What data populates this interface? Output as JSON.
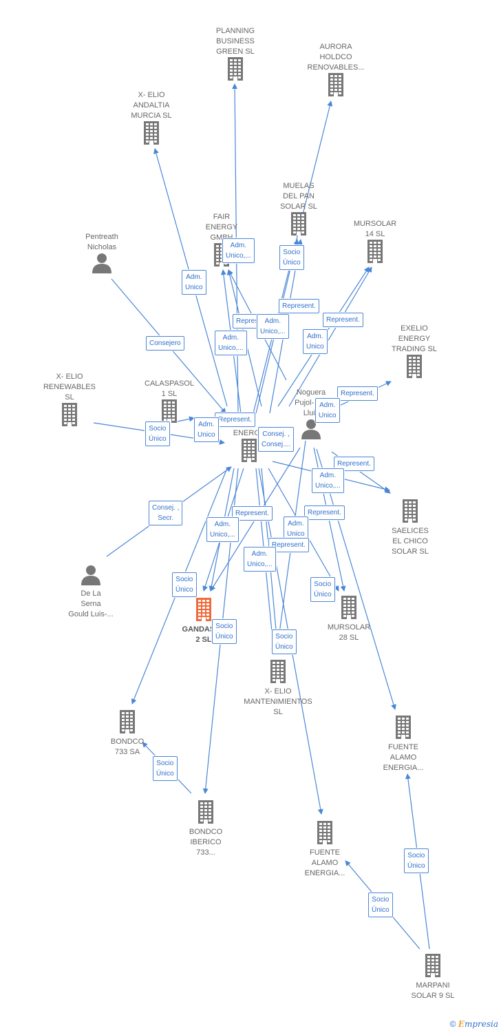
{
  "colors": {
    "edge": "#4a86d6",
    "node": "#777777",
    "focus": "#f06a3a",
    "label": "#666666"
  },
  "nodes": [
    {
      "id": "planning",
      "label": "PLANNING\nBUSINESS\nGREEN  SL",
      "type": "company"
    },
    {
      "id": "aurora",
      "label": "AURORA\nHOLDCO\nRENOVABLES...",
      "type": "company"
    },
    {
      "id": "andaltia",
      "label": "X- ELIO\nANDALTIA\nMURCIA  SL",
      "type": "company"
    },
    {
      "id": "muelas",
      "label": "MUELAS\nDEL PAN\nSOLAR SL",
      "type": "company"
    },
    {
      "id": "fair",
      "label": "FAIR\nENERGY\nGMBH",
      "type": "company"
    },
    {
      "id": "mursolar14",
      "label": "MURSOLAR\n14 SL",
      "type": "company"
    },
    {
      "id": "pentreath",
      "label": "Pentreath\nNicholas",
      "type": "person"
    },
    {
      "id": "exelio",
      "label": "EXELIO\nENERGY\nTRADING  SL",
      "type": "company"
    },
    {
      "id": "xrenew",
      "label": "X- ELIO\nRENEWABLES\nSL",
      "type": "company"
    },
    {
      "id": "calaspasol",
      "label": "CALASPASOL\n1  SL",
      "type": "company"
    },
    {
      "id": "noguera",
      "label": "Noguera\nPujol- X...\nLluis",
      "type": "person"
    },
    {
      "id": "energy",
      "label": "ENERGY",
      "type": "company"
    },
    {
      "id": "saelices",
      "label": "SAELICES\nEL CHICO\nSOLAR SL",
      "type": "company"
    },
    {
      "id": "delaserna",
      "label": "De La\nSerna\nGould Luis-...",
      "type": "person"
    },
    {
      "id": "gandasol",
      "label": "GANDASOL\n2  SL",
      "type": "focus"
    },
    {
      "id": "mursolar28",
      "label": "MURSOLAR\n28 SL",
      "type": "company"
    },
    {
      "id": "mant",
      "label": "X- ELIO\nMANTENIMIENTOS\nSL",
      "type": "company"
    },
    {
      "id": "bondco733",
      "label": "BONDCO\n733 SA",
      "type": "company"
    },
    {
      "id": "fuente1",
      "label": "FUENTE\nALAMO\nENERGIA...",
      "type": "company"
    },
    {
      "id": "bondcoib",
      "label": "BONDCO\nIBERICO\n733...",
      "type": "company"
    },
    {
      "id": "fuente2",
      "label": "FUENTE\nALAMO\nENERGIA...",
      "type": "company"
    },
    {
      "id": "marpani",
      "label": "MARPANI\nSOLAR 9  SL",
      "type": "company"
    }
  ],
  "badges": [
    "Adm.\nUnico,...",
    "Socio\nÚnico",
    "Adm.\nUnico",
    "Represent.",
    "Represent.",
    "Adm.\nUnico,...",
    "Represent.",
    "Adm.\nUnico",
    "Consejero",
    "Adm.\nUnico,...",
    "Represent.",
    "Adm.\nUnico",
    "Represent.",
    "Socio\nÚnico",
    "Adm.\nUnico",
    "Consej. ,\nConsej....",
    "Represent.",
    "Adm.\nUnico,...",
    "Consej. ,\nSecr.",
    "Represent.",
    "Represent.",
    "Adm.\nUnico,...",
    "Adm.\nUnico",
    "Represent.",
    "Adm.\nUnico,...",
    "Socio\nÚnico",
    "Socio\nÚnico",
    "Socio\nÚnico",
    "Socio\nÚnico",
    "Socio\nÚnico",
    "Socio\nÚnico",
    "Socio\nÚnico"
  ],
  "footer": {
    "copyright": "©",
    "brand_initial": "E",
    "brand_rest": "mpresia"
  }
}
